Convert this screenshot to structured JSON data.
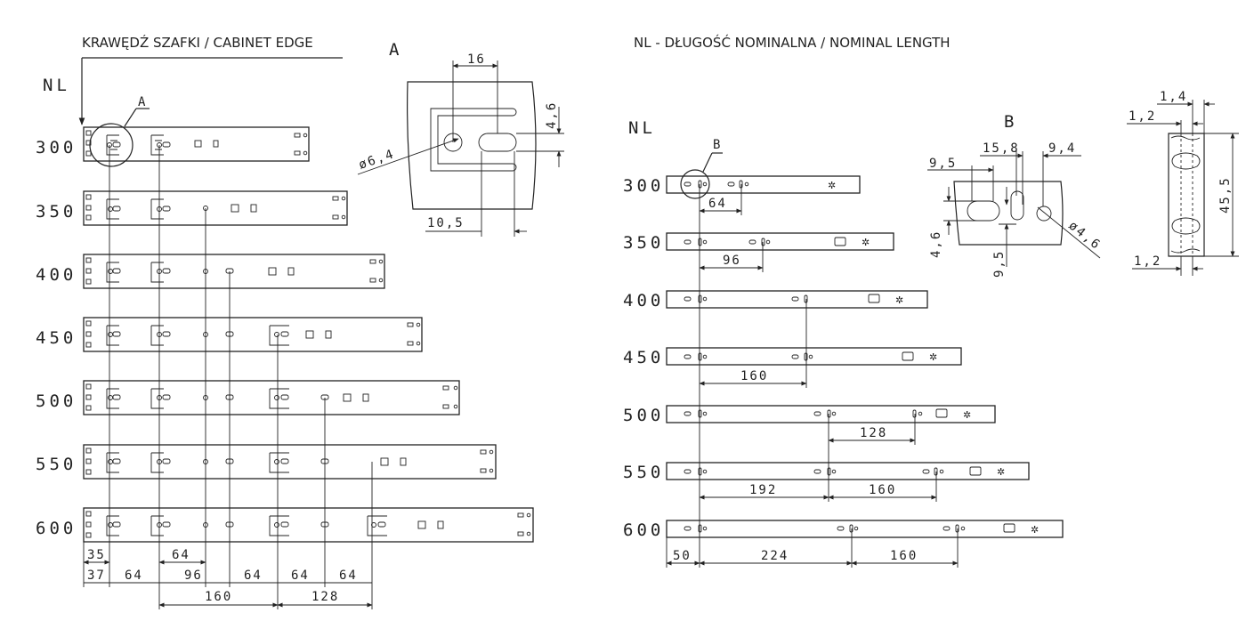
{
  "headers": {
    "cabinet_edge": "KRAWĘDŹ SZAFKI / CABINET EDGE",
    "nominal_length": "NL - DŁUGOŚĆ NOMINALNA / NOMINAL LENGTH"
  },
  "left": {
    "nl_label": "NL",
    "rows": [
      "300",
      "350",
      "400",
      "450",
      "500",
      "550",
      "600"
    ],
    "detail_ref": "A",
    "bottom_row1": [
      "35",
      "64"
    ],
    "bottom_row2": [
      "37",
      "64",
      "96",
      "64",
      "64",
      "64"
    ],
    "bottom_row3": [
      "160",
      "128"
    ]
  },
  "detail_a": {
    "title": "A",
    "dims": [
      "16",
      "4,6",
      "ø6,4",
      "10,5"
    ]
  },
  "right": {
    "nl_label": "NL",
    "rows": [
      "300",
      "350",
      "400",
      "450",
      "500",
      "550",
      "600"
    ],
    "detail_ref": "B",
    "inner_dims": [
      "64",
      "96",
      "160",
      "128",
      "192",
      "160"
    ],
    "bottom_dims": [
      "50",
      "224",
      "160"
    ]
  },
  "detail_b": {
    "title": "B",
    "dims": [
      "9,5",
      "15,8",
      "9,4",
      "4,6",
      "9,5",
      "ø4,6"
    ]
  },
  "profile": {
    "dims": [
      "1,4",
      "1,2",
      "45,5",
      "1,2"
    ]
  }
}
